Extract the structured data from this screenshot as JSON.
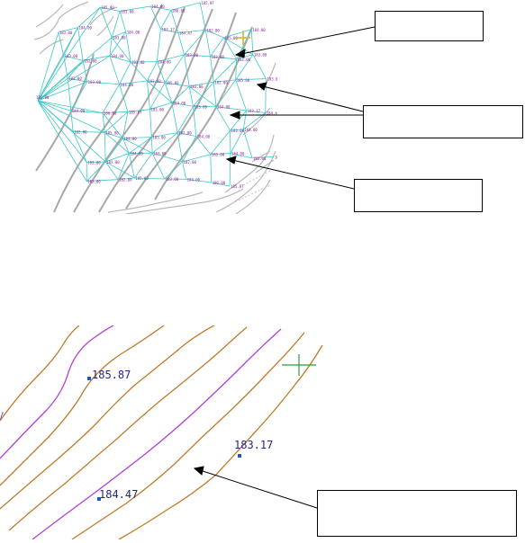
{
  "colors": {
    "tin_line": "#3fc8c6",
    "contour_major": "#c07a2a",
    "contour_minor": "#b23fd8",
    "background_lines": "#b9b9b9",
    "spot_point": "#1a58c8",
    "spot_label": "#26268c",
    "crosshair": "#2e9a3e",
    "crosshair_top": "#d3b431",
    "arrow": "#000000"
  },
  "icons": {
    "crosshair": "crosshair-plus-icon",
    "spot_point": "square-dot-icon"
  },
  "top_view": {
    "point_labels": [
      "185.00",
      "183.00",
      "184.00",
      "186.00",
      "185.87",
      "183.00",
      "184.00",
      "183.00",
      "184.00",
      "183.17",
      "184.47",
      "182.00",
      "185.00",
      "184.00",
      "183.00",
      "182.00",
      "184.00",
      "183.00",
      "184.00",
      "183.00",
      "183.00",
      "184.00",
      "183.00",
      "182.00",
      "183.00",
      "184.00",
      "183.00",
      "185.00",
      "183.00",
      "182.00"
    ],
    "callouts": [
      "",
      "",
      ""
    ]
  },
  "bottom_view": {
    "spot_labels": [
      "185.87",
      "183.17",
      "184.47"
    ],
    "callout": ""
  }
}
